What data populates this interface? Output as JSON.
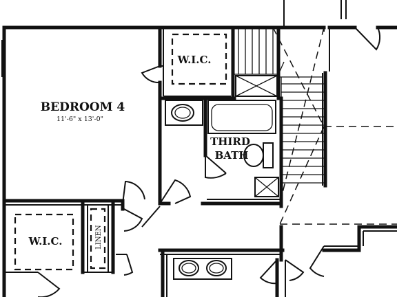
{
  "rooms": {
    "bedroom4": {
      "name": "BEDROOM 4",
      "dimensions": "11'-6\" x 13'-0\""
    },
    "wic_upper": {
      "name": "W.I.C."
    },
    "wic_lower": {
      "name": "W.I.C."
    },
    "third_bath": {
      "line1": "THIRD",
      "line2": "BATH"
    },
    "linen": {
      "name": "LINEN"
    }
  }
}
